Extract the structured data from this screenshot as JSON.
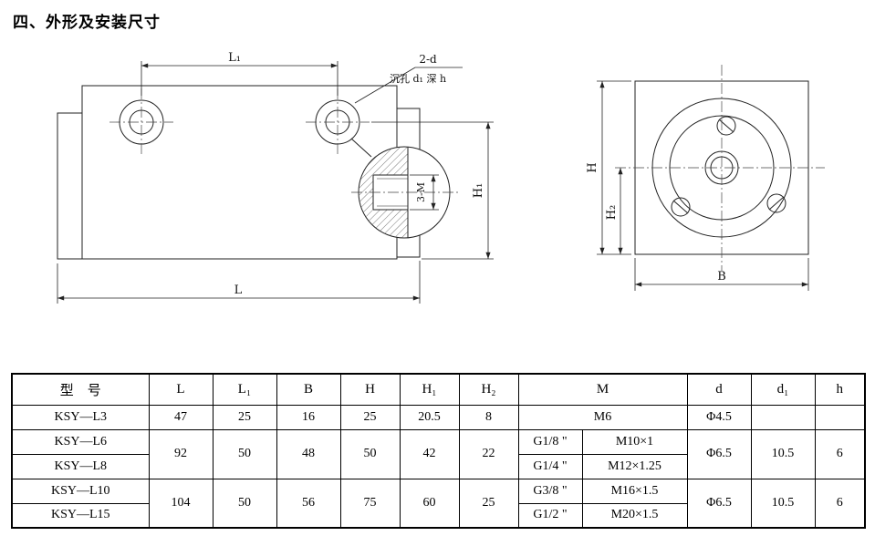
{
  "page": {
    "title": "四、外形及安装尺寸"
  },
  "drawing": {
    "side_view": {
      "dim_l1": "L₁",
      "hole_callout": "2-d",
      "counterbore_note": "沉孔 d₁ 深 h",
      "thread_label": "3-M",
      "dim_h1": "H₁",
      "dim_l": "L"
    },
    "end_view": {
      "dim_h": "H",
      "dim_h2": "H₂",
      "dim_b": "B"
    }
  },
  "table": {
    "headers": {
      "model": "型　号",
      "l": "L",
      "l1": "L₁",
      "b": "B",
      "h": "H",
      "h1": "H₁",
      "h2": "H₂",
      "m": "M",
      "d": "d",
      "d1": "d₁",
      "hh": "h"
    },
    "rows": [
      {
        "model": "KSY—L3",
        "l": "47",
        "l1": "25",
        "b": "16",
        "h": "25",
        "h1": "20.5",
        "h2": "8",
        "m": "M6",
        "d": "Φ4.5",
        "d1": "",
        "hh": ""
      },
      {
        "model": "KSY—L6",
        "l": "92",
        "l1": "50",
        "b": "48",
        "h": "50",
        "h1": "42",
        "h2": "22",
        "m_port": "G1/8 \"",
        "m_thread": "M10×1",
        "d": "Φ6.5",
        "d1": "10.5",
        "hh": "6"
      },
      {
        "model": "KSY—L8",
        "m_port": "G1/4 \"",
        "m_thread": "M12×1.25"
      },
      {
        "model": "KSY—L10",
        "l": "104",
        "l1": "50",
        "b": "56",
        "h": "75",
        "h1": "60",
        "h2": "25",
        "m_port": "G3/8 \"",
        "m_thread": "M16×1.5",
        "d": "Φ6.5",
        "d1": "10.5",
        "hh": "6"
      },
      {
        "model": "KSY—L15",
        "m_port": "G1/2 \"",
        "m_thread": "M20×1.5"
      }
    ]
  }
}
